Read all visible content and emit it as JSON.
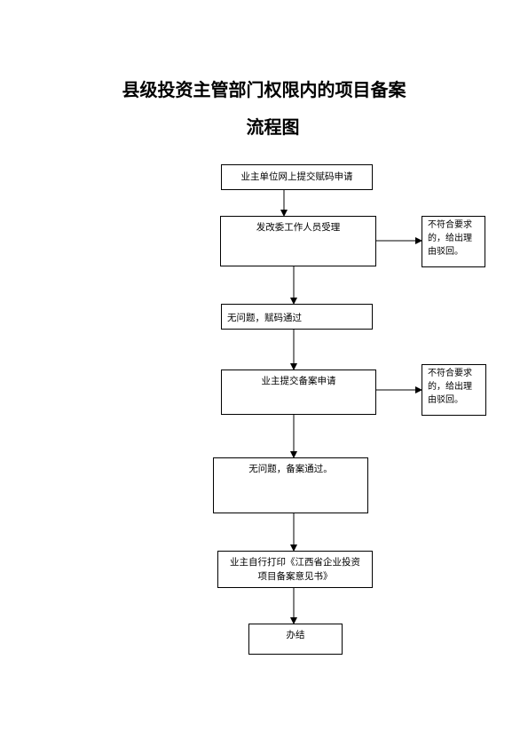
{
  "title": {
    "line1": "县级投资主管部门权限内的项目备案",
    "line2": "流程图"
  },
  "steps": [
    {
      "label": "业主单位网上提交赋码申请"
    },
    {
      "label": "发改委工作人员受理"
    },
    {
      "label": "无问题，赋码通过"
    },
    {
      "label": "业主提交备案申请"
    },
    {
      "label": "无问题，备案通过。"
    },
    {
      "label": "业主自行打印《江西省企业投资项目备案意见书》"
    },
    {
      "label": "办结"
    }
  ],
  "rejections": [
    {
      "label": "不符合要求的，给出理由驳回。"
    },
    {
      "label": "不符合要求的，给出理由驳回。"
    }
  ]
}
